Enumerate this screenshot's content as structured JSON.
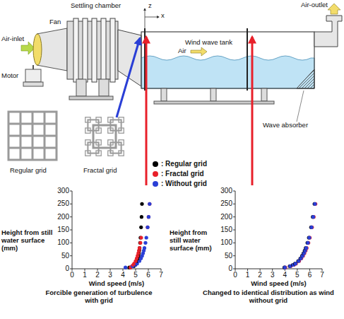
{
  "diagram": {
    "labels": [
      "Settling chamber",
      "z",
      "x",
      "Air-outlet",
      "Fan",
      "Air-inlet",
      "Motor",
      "Wind wave tank",
      "Air",
      "Wave absorber",
      "Regular grid",
      "Fractal grid",
      "Height from still water surface (mm)",
      "Wind speed (m/s)",
      "Forcible generation of turbulence with grid",
      "Height from still water surface (mm)",
      "Wind speed (m/s)",
      "Changed to identical distribution as wind without grid",
      "0",
      "50",
      "100",
      "150",
      "200",
      "250",
      "300",
      "0",
      "1",
      "2",
      "3",
      "4",
      "5",
      "6",
      "7",
      "0",
      "50",
      "100",
      "150",
      "200",
      "250",
      "300",
      "0",
      "1",
      "2",
      "3",
      "4",
      "5",
      "6",
      "7"
    ],
    "legend": [
      {
        "text": ": Regular grid",
        "color": "#000000"
      },
      {
        "text": ": Fractal grid",
        "color": "#e8202a"
      },
      {
        "text": ": Without grid",
        "color": "#2a3fd6"
      }
    ]
  }
}
